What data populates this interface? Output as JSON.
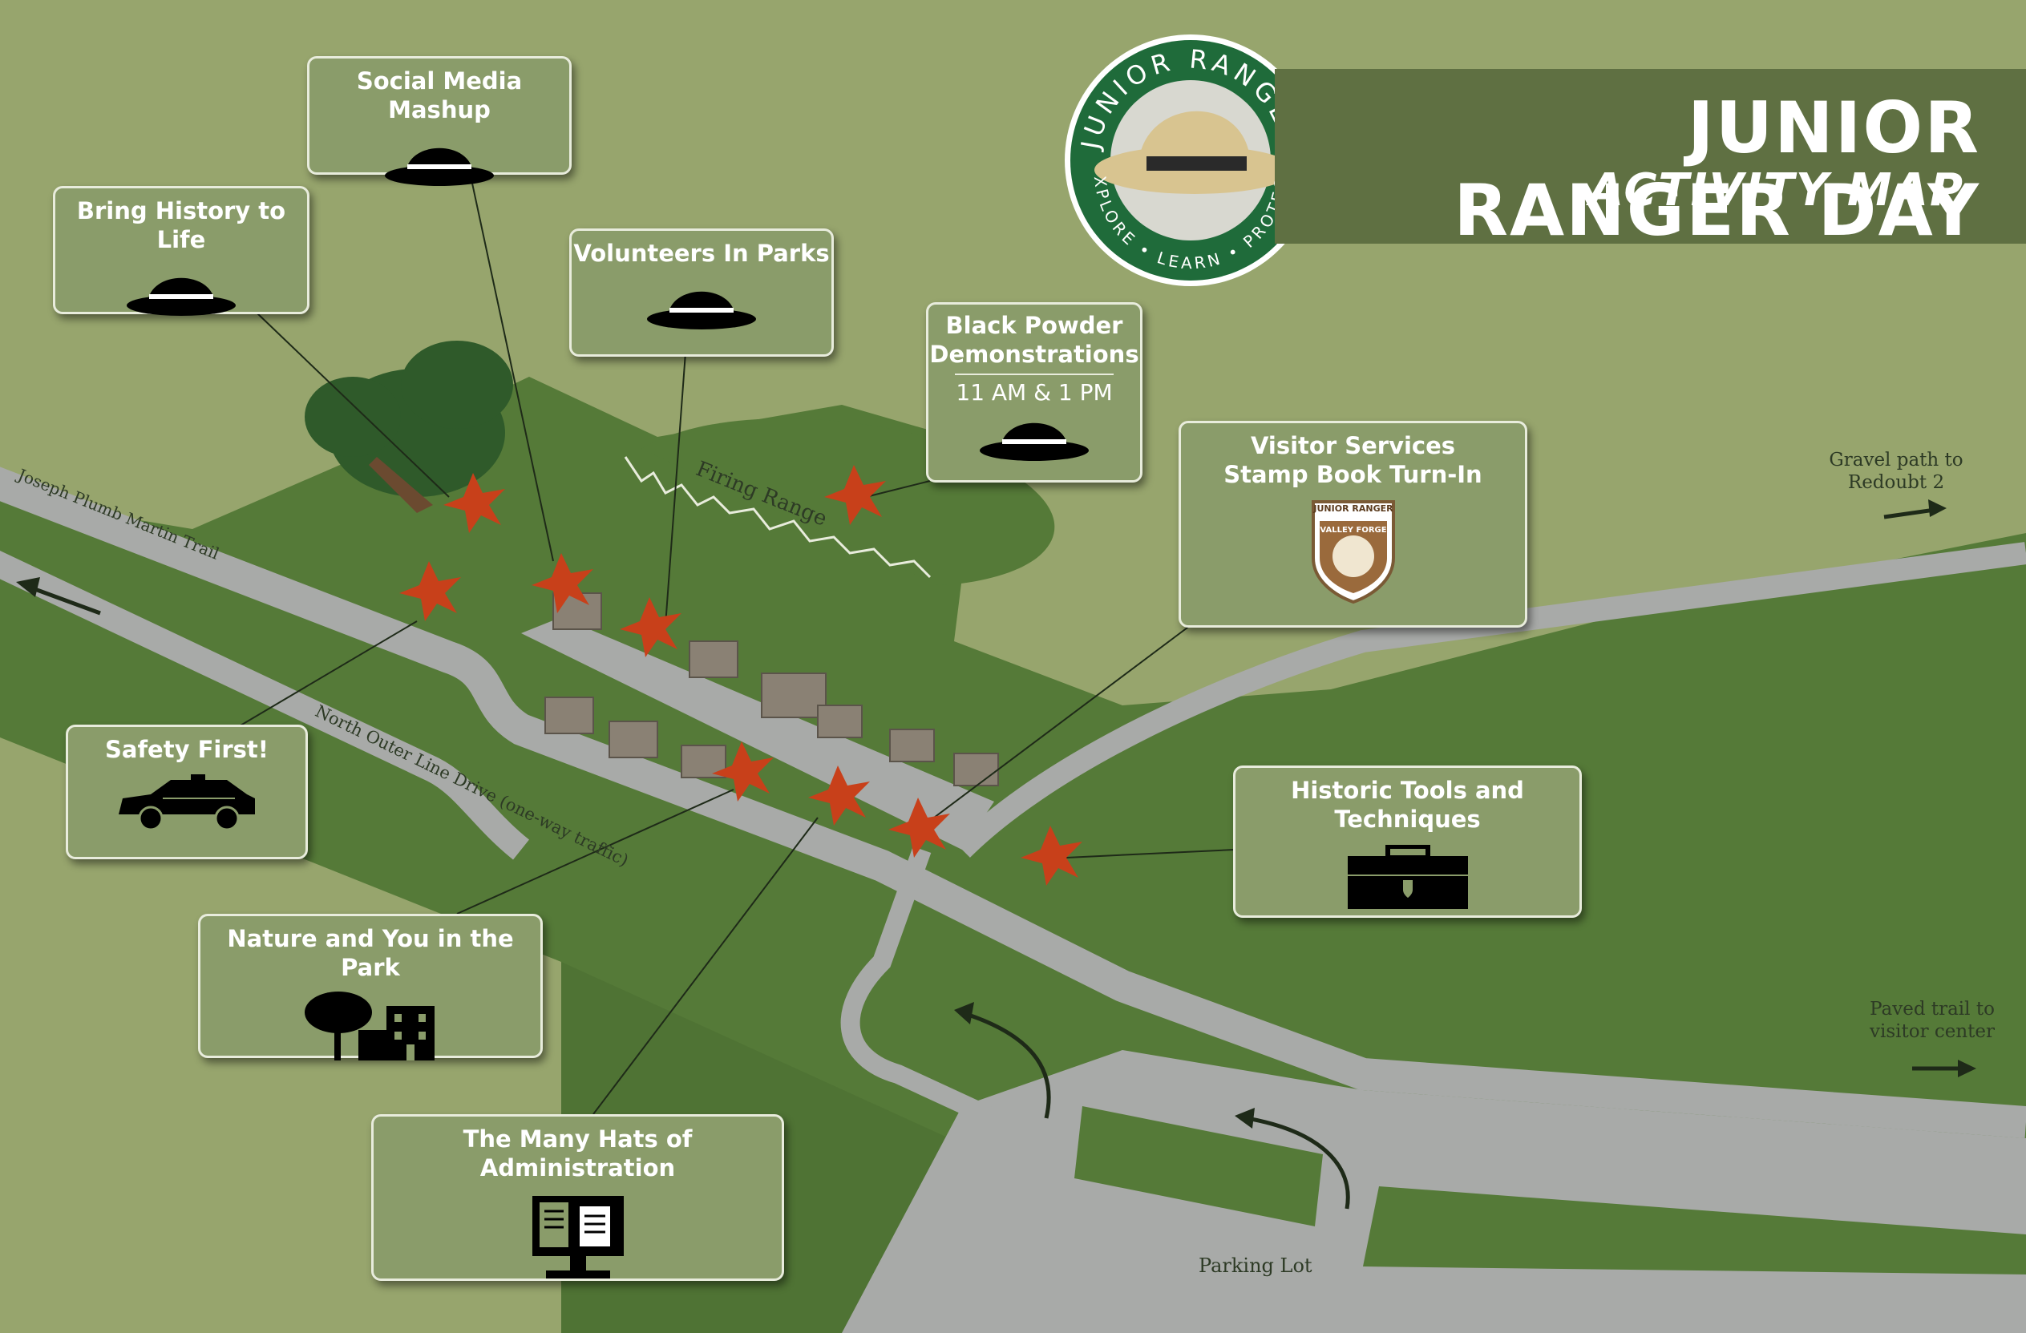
{
  "title": {
    "main": "JUNIOR RANGER DAY",
    "sub": "ACTIVITY MAP"
  },
  "logo": {
    "top_text": "JUNIOR RANGER",
    "bottom_text": "EXPLORE • LEARN • PROTECT",
    "ring_color": "#1f6b3a",
    "icon": "ranger-hat-icon"
  },
  "activities": [
    {
      "key": "social",
      "label": "Social Media Mashup",
      "icon": "ranger-hat-icon"
    },
    {
      "key": "history",
      "label": "Bring History to Life",
      "icon": "ranger-hat-icon"
    },
    {
      "key": "volunteers",
      "label": "Volunteers In Parks",
      "icon": "ranger-hat-icon"
    },
    {
      "key": "powder",
      "label_lines": [
        "Black Powder",
        "Demonstrations"
      ],
      "times": "11 AM & 1 PM",
      "icon": "ranger-hat-icon"
    },
    {
      "key": "visitor",
      "label_lines": [
        "Visitor Services",
        "Stamp Book Turn-In"
      ],
      "icon": "junior-ranger-badge-icon",
      "badge_text": {
        "top": "JUNIOR RANGER",
        "mid": "VALLEY FORGE"
      }
    },
    {
      "key": "safety",
      "label": "Safety First!",
      "icon": "police-car-icon"
    },
    {
      "key": "tools",
      "label": "Historic Tools and Techniques",
      "icon": "toolbox-icon"
    },
    {
      "key": "nature",
      "label": "Nature and You in the Park",
      "icon": "tree-and-house-icon"
    },
    {
      "key": "admin",
      "label": "The Many Hats of Administration",
      "icon": "computer-monitor-icon"
    }
  ],
  "map_labels": {
    "trail": "Joseph Plumb Martin Trail",
    "firing_range": "Firing Range",
    "drive": "North Outer Line Drive (one-way traffic)",
    "parking": "Parking Lot",
    "gravel": [
      "Gravel path to",
      "Redoubt 2"
    ],
    "paved": [
      "Paved trail to",
      "visitor center"
    ]
  },
  "colors": {
    "grass_light": "#97a56d",
    "grass_dark": "#557a38",
    "road": "#a8aaa8",
    "star": "#c8401a",
    "card_bg": "#8a9c6a",
    "title_band": "#5f7042"
  }
}
